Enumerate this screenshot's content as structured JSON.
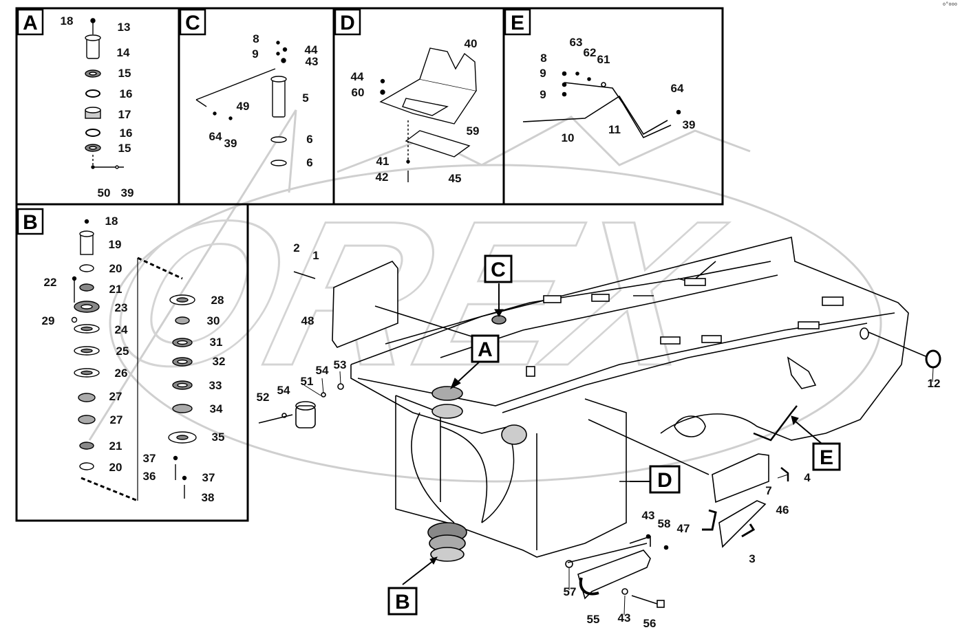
{
  "corner_mark": "o°ooo",
  "watermark": {
    "text": "OREX",
    "color": "#c8c8c8"
  },
  "colors": {
    "line": "#000000",
    "background": "#ffffff",
    "watermark": "#c8c8c8"
  },
  "insets": [
    {
      "letter": "A",
      "parts": [
        "18",
        "13",
        "14",
        "15",
        "16",
        "17",
        "16",
        "15",
        "50",
        "39"
      ]
    },
    {
      "letter": "C",
      "parts": [
        "8",
        "9",
        "44",
        "43",
        "49",
        "5",
        "64",
        "39",
        "6",
        "6"
      ]
    },
    {
      "letter": "D",
      "parts": [
        "40",
        "44",
        "60",
        "59",
        "41",
        "45",
        "42"
      ]
    },
    {
      "letter": "E",
      "parts": [
        "63",
        "62",
        "61",
        "8",
        "9",
        "9",
        "64",
        "11",
        "39",
        "10"
      ]
    },
    {
      "letter": "B",
      "parts": [
        "18",
        "19",
        "20",
        "22",
        "21",
        "23",
        "29",
        "24",
        "25",
        "26",
        "27",
        "27",
        "21",
        "20",
        "28",
        "30",
        "31",
        "32",
        "33",
        "34",
        "35",
        "37",
        "36",
        "37",
        "38"
      ]
    }
  ],
  "callouts": [
    "C",
    "A",
    "E",
    "D",
    "B"
  ],
  "main_parts": [
    "2",
    "1",
    "48",
    "12",
    "54",
    "53",
    "51",
    "52",
    "54",
    "4",
    "7",
    "46",
    "47",
    "3",
    "43",
    "58",
    "57",
    "55",
    "43",
    "56"
  ]
}
